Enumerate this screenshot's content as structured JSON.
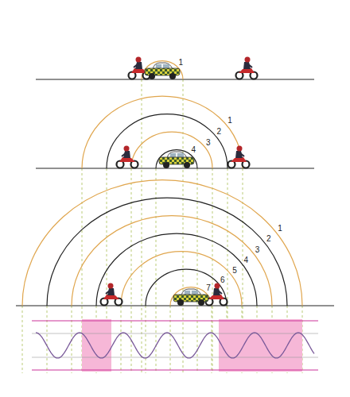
{
  "diagram": {
    "labels": [
      "1",
      "1",
      "2",
      "3",
      "4",
      "1",
      "2",
      "3",
      "4",
      "5",
      "6",
      "7"
    ]
  }
}
